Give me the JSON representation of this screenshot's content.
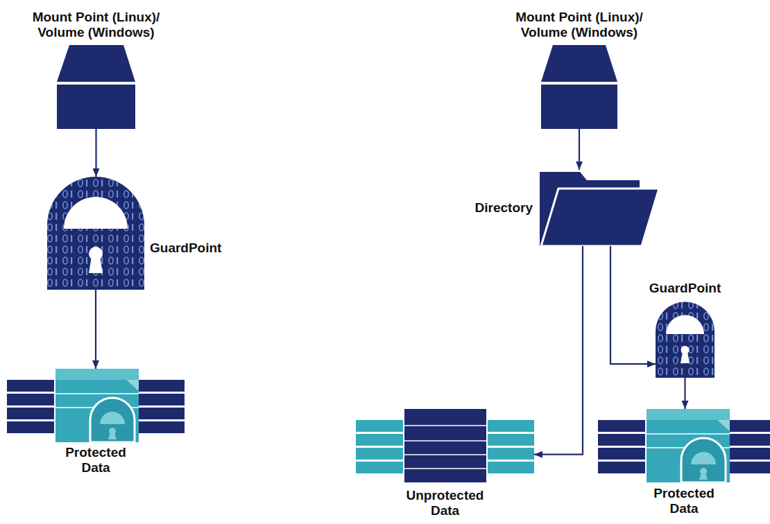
{
  "diagram": {
    "nodes": [
      {
        "text": [
          "Mount Point (Linux)/ Volume (Windows)"
        ]
      },
      {
        "text": [
          "GuardPoint"
        ]
      },
      {
        "text": [
          "Protected Data"
        ]
      },
      {
        "text": [
          "Mount Point (Linux)/ Volume (Windows)"
        ]
      },
      {
        "text": [
          "Directory"
        ]
      },
      {
        "text": [
          "GuardPoint"
        ]
      },
      {
        "text": [
          "Unprotected Data"
        ]
      },
      {
        "text": [
          "Protected Data"
        ]
      }
    ],
    "edges": [
      {
        "from": 0,
        "to": 1,
        "arrow": "to"
      },
      {
        "from": 1,
        "to": 2,
        "arrow": "to"
      },
      {
        "from": 3,
        "to": 4,
        "arrow": "to"
      },
      {
        "from": 4,
        "to": 6,
        "arrow": "to"
      },
      {
        "from": 4,
        "to": 5,
        "arrow": "to"
      },
      {
        "from": 5,
        "to": 7,
        "arrow": "to"
      }
    ]
  }
}
